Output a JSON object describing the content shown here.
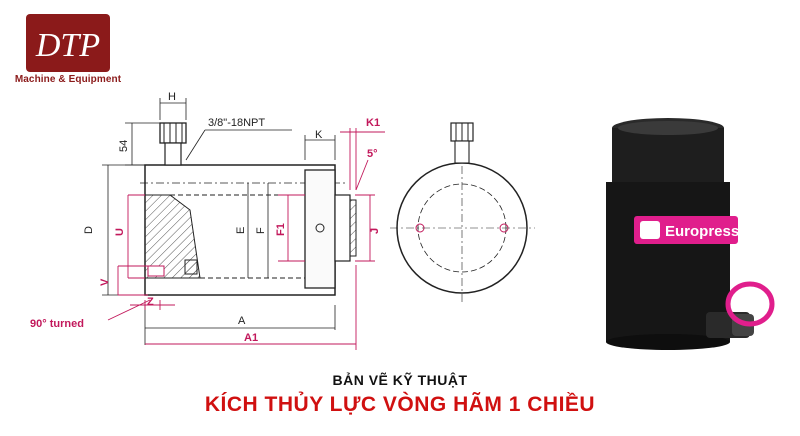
{
  "logo": {
    "letters": "DTP",
    "tagline": "Machine & Equipment",
    "brand_color": "#8b1a1a"
  },
  "drawing": {
    "labels": {
      "H": "H",
      "npt": "3/8\"-18NPT",
      "d54": "54",
      "K": "K",
      "K1": "K1",
      "angle": "5°",
      "D": "D",
      "U": "U",
      "E": "E",
      "F": "F",
      "F1": "F1",
      "J": "J",
      "V": "V",
      "Z": "Z",
      "turned": "90° turned",
      "A": "A",
      "A1": "A1"
    },
    "accent_color": "#c2185b"
  },
  "product": {
    "brand": "Europress"
  },
  "titles": {
    "subtitle": "BẢN VẼ KỸ THUẬT",
    "main": "KÍCH THỦY LỰC VÒNG HÃM 1 CHIỀU",
    "main_color": "#d01010"
  }
}
